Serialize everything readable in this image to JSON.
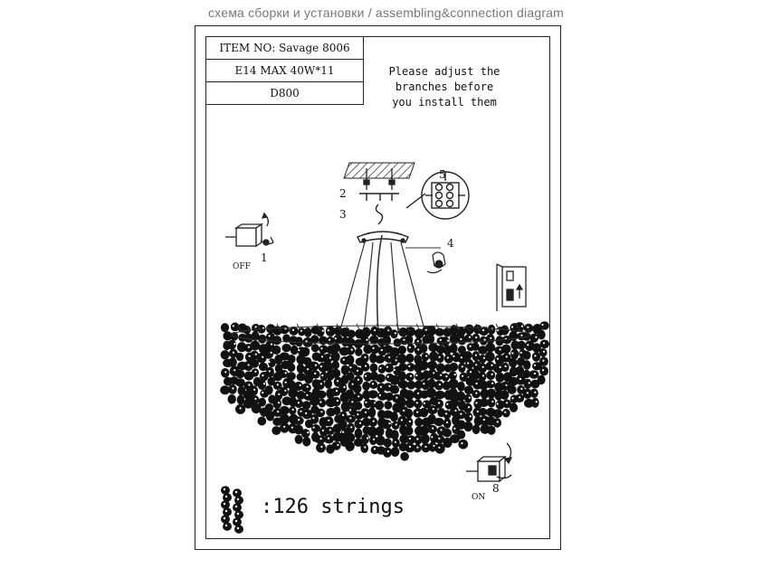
{
  "page_title": "схема сборки и установки / assembling&connection diagram",
  "spec": {
    "item_no": "ITEM NO: Savage 8006",
    "bulb": "E14 MAX 40W*11",
    "diameter": "D800"
  },
  "notice_lines": [
    "Please adjust the",
    "branches before",
    "you install them"
  ],
  "step_labels": {
    "step1": "1",
    "step2": "2",
    "step3": "3",
    "step4": "4",
    "step5": "5",
    "step8": "8"
  },
  "switch_labels": {
    "off": "OFF",
    "on": "ON"
  },
  "strings_count": ":126 strings"
}
